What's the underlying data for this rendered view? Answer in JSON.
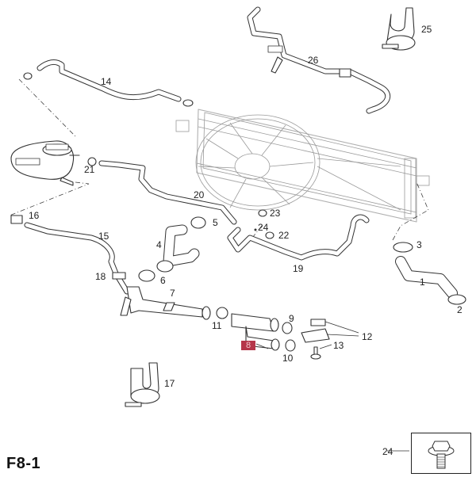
{
  "figure": {
    "id_label": "F8-1",
    "subject": "Engine cooling system — radiator, fan, hoses and clamps (exploded view)"
  },
  "highlight": {
    "callout": "8",
    "background_color": "#b5364a",
    "text_color": "#f2c6cc"
  },
  "callouts": [
    {
      "id": "1",
      "part": "radiator-lower-hose"
    },
    {
      "id": "2",
      "part": "hose-clamp"
    },
    {
      "id": "3",
      "part": "hose-clamp"
    },
    {
      "id": "4",
      "part": "radiator-hose"
    },
    {
      "id": "5",
      "part": "hose-clamp"
    },
    {
      "id": "6",
      "part": "hose-clamp"
    },
    {
      "id": "7",
      "part": "coolant-pipe"
    },
    {
      "id": "8",
      "part": "coolant-hose-y-connector"
    },
    {
      "id": "9",
      "part": "hose-clamp"
    },
    {
      "id": "10",
      "part": "hose-clamp"
    },
    {
      "id": "11",
      "part": "hose-clamp"
    },
    {
      "id": "12",
      "part": "bracket"
    },
    {
      "id": "13",
      "part": "bolt"
    },
    {
      "id": "14",
      "part": "vent-hose"
    },
    {
      "id": "15",
      "part": "coolant-hose"
    },
    {
      "id": "16",
      "part": "hose-clip"
    },
    {
      "id": "17",
      "part": "double-hose-clamp"
    },
    {
      "id": "18",
      "part": "hose-clip"
    },
    {
      "id": "19",
      "part": "coolant-hose"
    },
    {
      "id": "20",
      "part": "coolant-hose"
    },
    {
      "id": "21",
      "part": "hose-clip"
    },
    {
      "id": "22",
      "part": "hose-clip"
    },
    {
      "id": "23",
      "part": "hose-clip"
    },
    {
      "id": "24",
      "part": "bolt"
    },
    {
      "id": "25",
      "part": "double-hose-clamp"
    },
    {
      "id": "26",
      "part": "heater-pipe-assembly"
    }
  ],
  "inset": {
    "callout": "24",
    "part": "flange-bolt"
  }
}
